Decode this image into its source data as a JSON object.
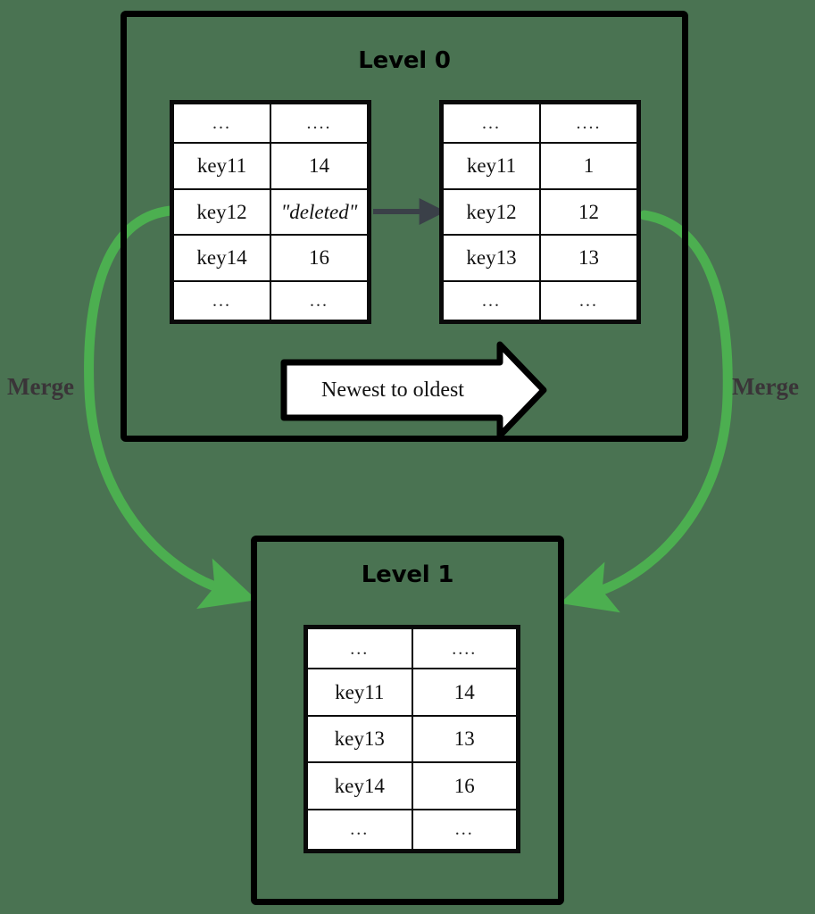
{
  "diagram": {
    "background_color": "#4a7352",
    "box_border_color": "#000000",
    "merge_arrow_color": "#4caf50",
    "connector_arrow_color": "#3a4048",
    "table_text_color": "#111111"
  },
  "level0": {
    "title": "Level 0",
    "flow_banner": {
      "label": "Newest to oldest",
      "direction": "right"
    },
    "tables": [
      {
        "name": "sstable-newest",
        "rows": [
          {
            "key": "...",
            "value": "...."
          },
          {
            "key": "key11",
            "value": "14"
          },
          {
            "key": "key12",
            "value": "\"deleted\"",
            "italic": true
          },
          {
            "key": "key14",
            "value": "16"
          },
          {
            "key": "...",
            "value": "..."
          }
        ]
      },
      {
        "name": "sstable-older",
        "rows": [
          {
            "key": "...",
            "value": "...."
          },
          {
            "key": "key11",
            "value": "1"
          },
          {
            "key": "key12",
            "value": "12"
          },
          {
            "key": "key13",
            "value": "13"
          },
          {
            "key": "...",
            "value": "..."
          }
        ]
      }
    ]
  },
  "level1": {
    "title": "Level 1",
    "tables": [
      {
        "name": "sstable-merged",
        "rows": [
          {
            "key": "...",
            "value": "...."
          },
          {
            "key": "key11",
            "value": "14"
          },
          {
            "key": "key13",
            "value": "13"
          },
          {
            "key": "key14",
            "value": "16"
          },
          {
            "key": "...",
            "value": "..."
          }
        ]
      }
    ]
  },
  "merge_labels": {
    "left": "Merge",
    "right": "Merge"
  }
}
